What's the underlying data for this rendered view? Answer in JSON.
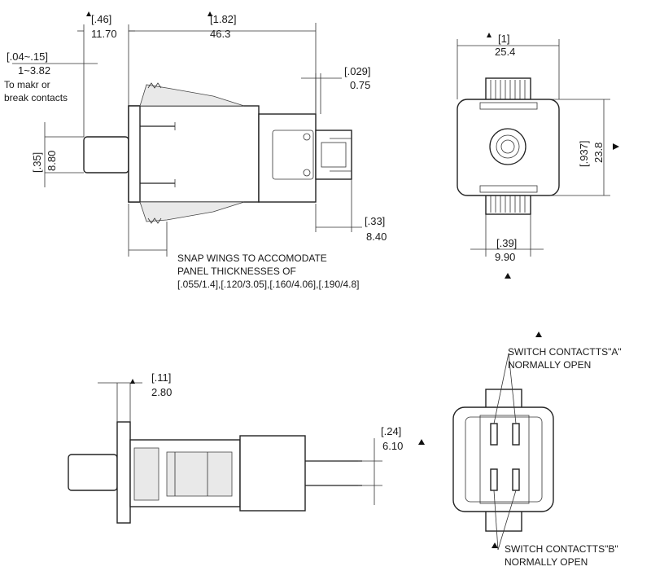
{
  "top_side_view": {
    "dim_a_inch": "[.46]",
    "dim_a_mm": "11.70",
    "dim_b_inch": "[1.82]",
    "dim_b_mm": "46.3",
    "dim_c_inch": "[.04~.15]",
    "dim_c_mm": "1~3.82",
    "dim_c_note_1": "To makr or",
    "dim_c_note_2": "break contacts",
    "dim_d_inch": "[.029]",
    "dim_d_mm": "0.75",
    "dim_e_inch": "[.35]",
    "dim_e_mm": "8.80",
    "dim_f_inch": "[.33]",
    "dim_f_mm": "8.40",
    "note_line_1": "SNAP WINGS TO ACCOMODATE",
    "note_line_2": "PANEL THICKNESSES OF",
    "note_line_3": "[.055/1.4],[.120/3.05],[.160/4.06],[.190/4.8]"
  },
  "front_view": {
    "width_inch": "[1]",
    "width_mm": "25.4",
    "height_inch": "[.937]",
    "height_mm": "23.8",
    "plunger_inch": "[.39]",
    "plunger_mm": "9.90"
  },
  "bottom_side_view": {
    "flange_inch": "[.11]",
    "flange_mm": "2.80",
    "terminal_inch": "[.24]",
    "terminal_mm": "6.10"
  },
  "rear_view": {
    "contacts_a_line_1": "SWITCH CONTACTTS\"A\"",
    "contacts_a_line_2": "NORMALLY OPEN",
    "contacts_b_line_1": "SWITCH CONTACTTS\"B\"",
    "contacts_b_line_2": "NORMALLY OPEN"
  }
}
